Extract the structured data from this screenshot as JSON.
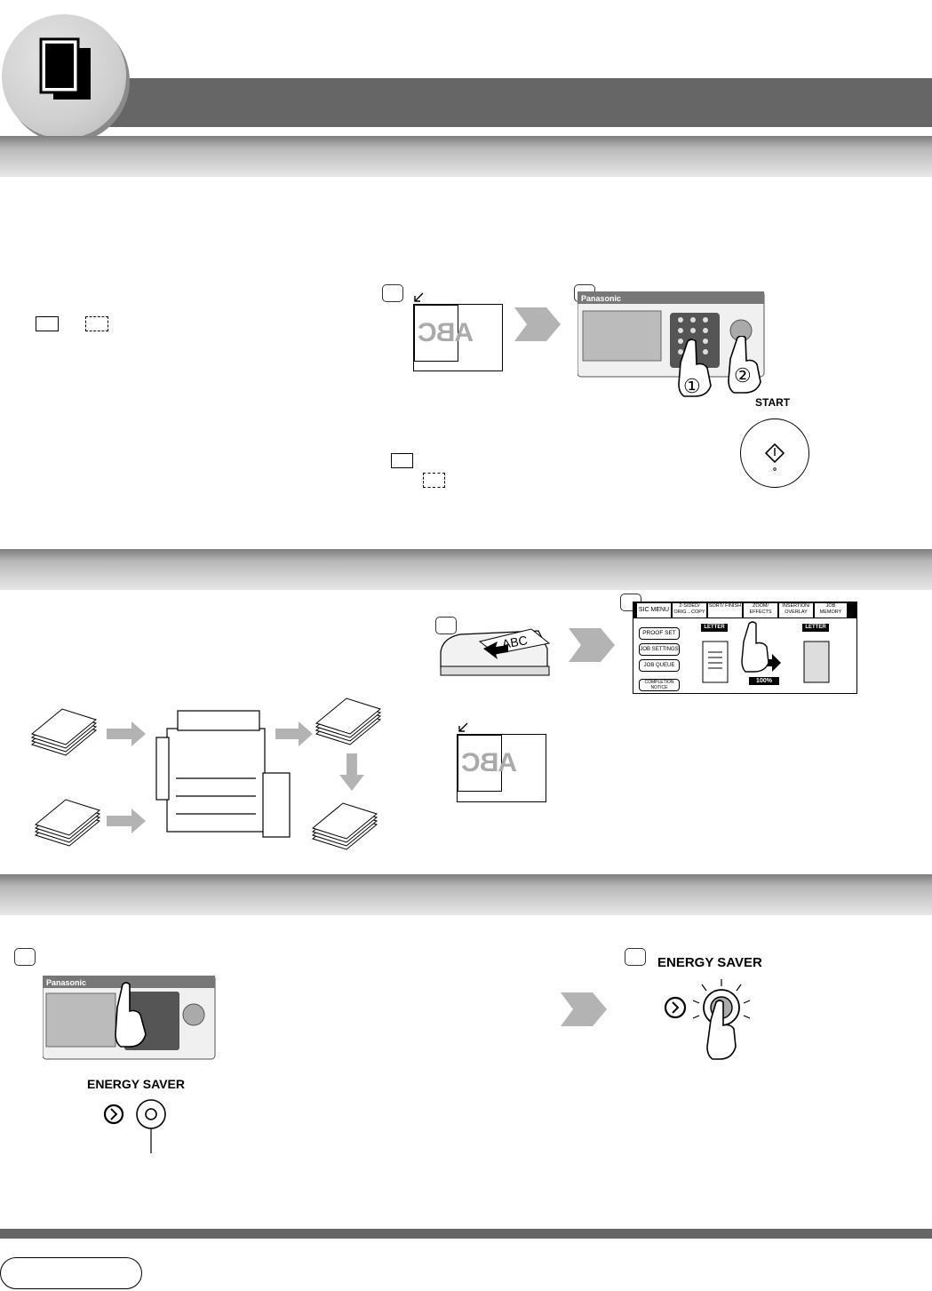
{
  "labels": {
    "start": "START",
    "energy_saver_1": "ENERGY SAVER",
    "energy_saver_2": "ENERGY SAVER"
  },
  "icons": {
    "title": "document-stack-icon",
    "step": "step-box-icon",
    "arrow": "chevron-right-arrow-icon",
    "start_key": "start-diamond-icon",
    "energy_saver": "energy-saver-icon"
  },
  "panel_texts": {
    "brand": "Panasonic",
    "abc": "ABC",
    "circled_1": "①",
    "circled_2": "②"
  },
  "touchscreen": {
    "tabs": [
      "SIC MENU",
      "2-SIDED/ ORIG→COPY",
      "SORT/ FINISH",
      "ZOOM/ EFFECTS",
      "INSERTION/ OVERLAY",
      "JOB MEMORY"
    ],
    "buttons": [
      "PROOF SET",
      "JOB SETTINGS",
      "JOB QUEUE",
      "COMPLETION NOTICE"
    ],
    "paper_left": "LETTER",
    "paper_right": "LETTER",
    "zoom": "100%"
  },
  "colors": {
    "band_dark": "#666666",
    "accent_gray": "#b0b0b0"
  }
}
